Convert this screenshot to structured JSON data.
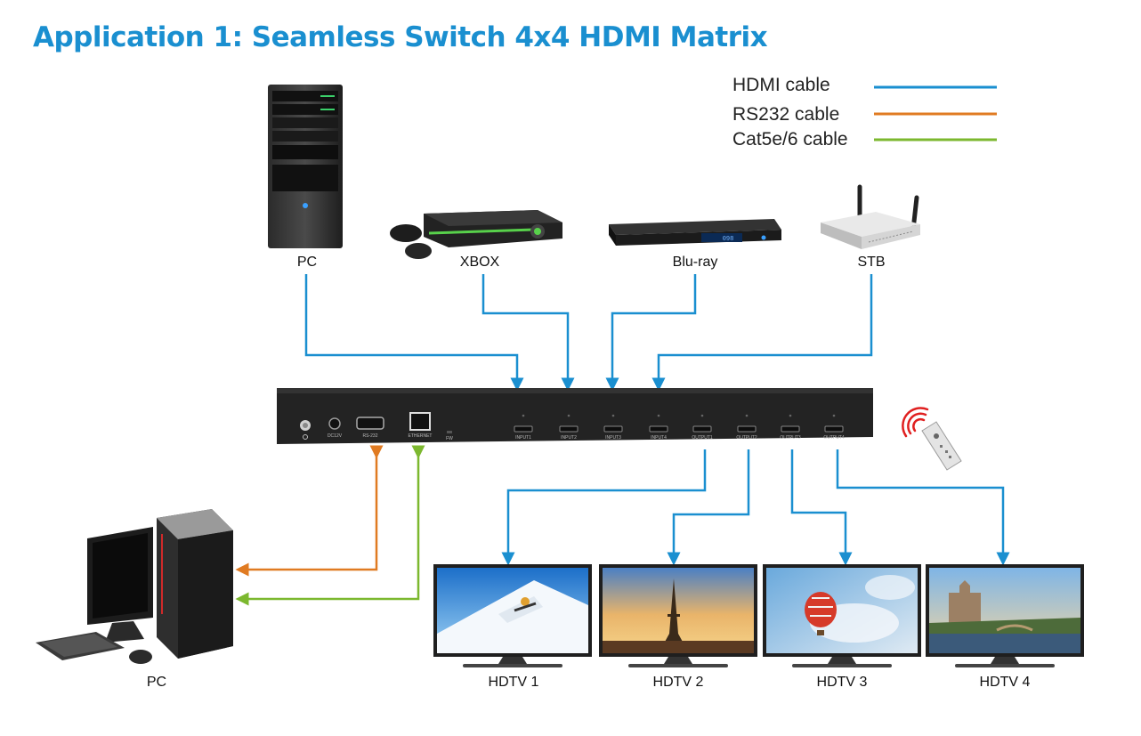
{
  "title": "Application 1: Seamless Switch 4x4 HDMI Matrix",
  "legend": [
    {
      "label": "HDMI cable",
      "color": "#1a8fd0"
    },
    {
      "label": "RS232 cable",
      "color": "#e07b22"
    },
    {
      "label": "Cat5e/6 cable",
      "color": "#7cb82f"
    }
  ],
  "sources": [
    "PC",
    "XBOX",
    "Blu-ray",
    "STB"
  ],
  "displays": [
    "HDTV 1",
    "HDTV 2",
    "HDTV 3",
    "HDTV 4"
  ],
  "control_pc": "PC",
  "matrix_ports": {
    "power": "",
    "dc": "DC12V",
    "rs232": "RS-232",
    "ethernet": "ETHERNET",
    "fw": "FW",
    "inputs": [
      "INPUT1",
      "INPUT2",
      "INPUT3",
      "INPUT4"
    ],
    "outputs": [
      "OUTPUT1",
      "OUTPUT2",
      "OUTPUT3",
      "OUTPUT4"
    ]
  },
  "blu_ray_display": "098"
}
